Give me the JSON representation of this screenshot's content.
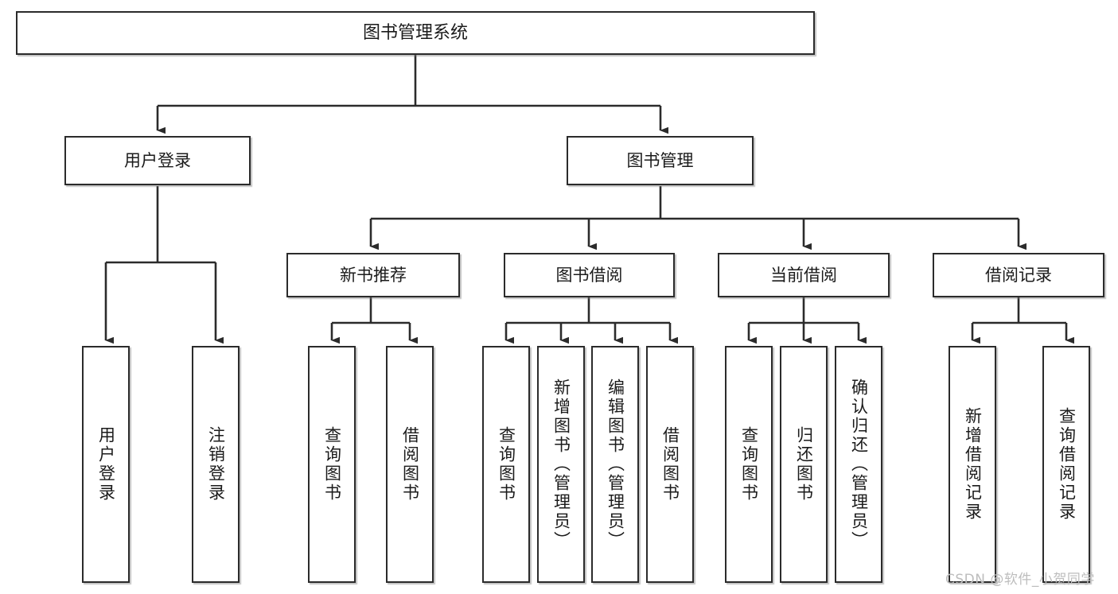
{
  "diagram": {
    "title": "图书管理系统",
    "type": "tree",
    "watermark": "CSDN @软件_小贺同学",
    "nodes": {
      "root": {
        "label": "图书管理系统",
        "level": 0
      },
      "l1_user_login": {
        "label": "用户登录",
        "level": 1
      },
      "l1_book_manage": {
        "label": "图书管理",
        "level": 1
      },
      "l2_new_book_rec": {
        "label": "新书推荐",
        "level": 2
      },
      "l2_book_borrow": {
        "label": "图书借阅",
        "level": 2
      },
      "l2_current_borrow": {
        "label": "当前借阅",
        "level": 2
      },
      "l2_borrow_record": {
        "label": "借阅记录",
        "level": 2
      },
      "leaf_user_login": {
        "label": "用户登录",
        "level": 3
      },
      "leaf_logout": {
        "label": "注销登录",
        "level": 3
      },
      "leaf_query_book_a": {
        "label": "查询图书",
        "level": 3
      },
      "leaf_borrow_book_a": {
        "label": "借阅图书",
        "level": 3
      },
      "leaf_query_book_b": {
        "label": "查询图书",
        "level": 3
      },
      "leaf_add_book": {
        "label": "新增图书（管理员）",
        "level": 3
      },
      "leaf_edit_book": {
        "label": "编辑图书（管理员）",
        "level": 3
      },
      "leaf_borrow_book_b": {
        "label": "借阅图书",
        "level": 3
      },
      "leaf_query_book_c": {
        "label": "查询图书",
        "level": 3
      },
      "leaf_return_book": {
        "label": "归还图书",
        "level": 3
      },
      "leaf_confirm_return": {
        "label": "确认归还（管理员）",
        "level": 3
      },
      "leaf_add_record": {
        "label": "新增借阅记录",
        "level": 3
      },
      "leaf_query_record": {
        "label": "查询借阅记录",
        "level": 3
      }
    },
    "edges": [
      {
        "from": "root",
        "to": "l1_user_login"
      },
      {
        "from": "root",
        "to": "l1_book_manage"
      },
      {
        "from": "l1_user_login",
        "to": "leaf_user_login"
      },
      {
        "from": "l1_user_login",
        "to": "leaf_logout"
      },
      {
        "from": "l1_book_manage",
        "to": "l2_new_book_rec"
      },
      {
        "from": "l1_book_manage",
        "to": "l2_book_borrow"
      },
      {
        "from": "l1_book_manage",
        "to": "l2_current_borrow"
      },
      {
        "from": "l1_book_manage",
        "to": "l2_borrow_record"
      },
      {
        "from": "l2_new_book_rec",
        "to": "leaf_query_book_a"
      },
      {
        "from": "l2_new_book_rec",
        "to": "leaf_borrow_book_a"
      },
      {
        "from": "l2_book_borrow",
        "to": "leaf_query_book_b"
      },
      {
        "from": "l2_book_borrow",
        "to": "leaf_add_book"
      },
      {
        "from": "l2_book_borrow",
        "to": "leaf_edit_book"
      },
      {
        "from": "l2_book_borrow",
        "to": "leaf_borrow_book_b"
      },
      {
        "from": "l2_current_borrow",
        "to": "leaf_query_book_c"
      },
      {
        "from": "l2_current_borrow",
        "to": "leaf_return_book"
      },
      {
        "from": "l2_current_borrow",
        "to": "leaf_confirm_return"
      },
      {
        "from": "l2_borrow_record",
        "to": "leaf_add_record"
      },
      {
        "from": "l2_borrow_record",
        "to": "leaf_query_record"
      }
    ],
    "colors": {
      "stroke": "#2b2b2b",
      "fill": "#ffffff",
      "text": "#1b1b1b",
      "watermark": "#bdbdbd"
    }
  }
}
